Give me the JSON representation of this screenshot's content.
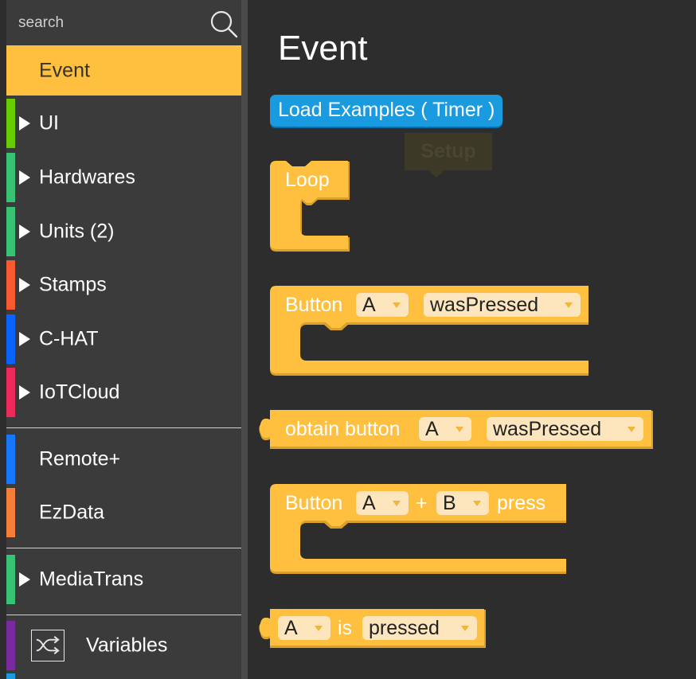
{
  "search": {
    "placeholder": "search"
  },
  "categories": [
    {
      "label": "Event",
      "color": "#fec03e",
      "arrow": false,
      "selected": true
    },
    {
      "label": "UI",
      "color": "#66cc00",
      "arrow": true
    },
    {
      "label": "Hardwares",
      "color": "#37c274",
      "arrow": true
    },
    {
      "label": "Units (2)",
      "color": "#37c274",
      "arrow": true
    },
    {
      "label": "Stamps",
      "color": "#f85a30",
      "arrow": true
    },
    {
      "label": "C-HAT",
      "color": "#0a62ff",
      "arrow": true
    },
    {
      "label": "IoTCloud",
      "color": "#ee2a5a",
      "arrow": true
    },
    {
      "label": "Remote+",
      "color": "#1677ff",
      "arrow": false
    },
    {
      "label": "EzData",
      "color": "#f57f3a",
      "arrow": false
    },
    {
      "label": "MediaTrans",
      "color": "#37c274",
      "arrow": true
    },
    {
      "label": "Variables",
      "color": "#7a2a9e",
      "arrow": false,
      "icon": "shuffle-icon"
    }
  ],
  "workspace": {
    "title": "Event",
    "load_examples": "Load Examples ( Timer )",
    "setup_label": "Setup"
  },
  "blocks": {
    "loop": {
      "label": "Loop"
    },
    "button_event": {
      "label": "Button",
      "button": "A",
      "action": "wasPressed"
    },
    "obtain_button": {
      "label": "obtain button",
      "button": "A",
      "action": "wasPressed"
    },
    "button_combo": {
      "label": "Button",
      "button1": "A",
      "plus": "+",
      "button2": "B",
      "suffix": "press"
    },
    "is_pressed": {
      "button": "A",
      "is_label": "is",
      "state": "pressed"
    }
  },
  "colors": {
    "block": "#fec03e",
    "block_shadow": "#d9a02c",
    "field": "#fde6be",
    "load_button": "#1a9be0",
    "panel": "#3b3b3b",
    "workspace": "#2d2d2d"
  }
}
